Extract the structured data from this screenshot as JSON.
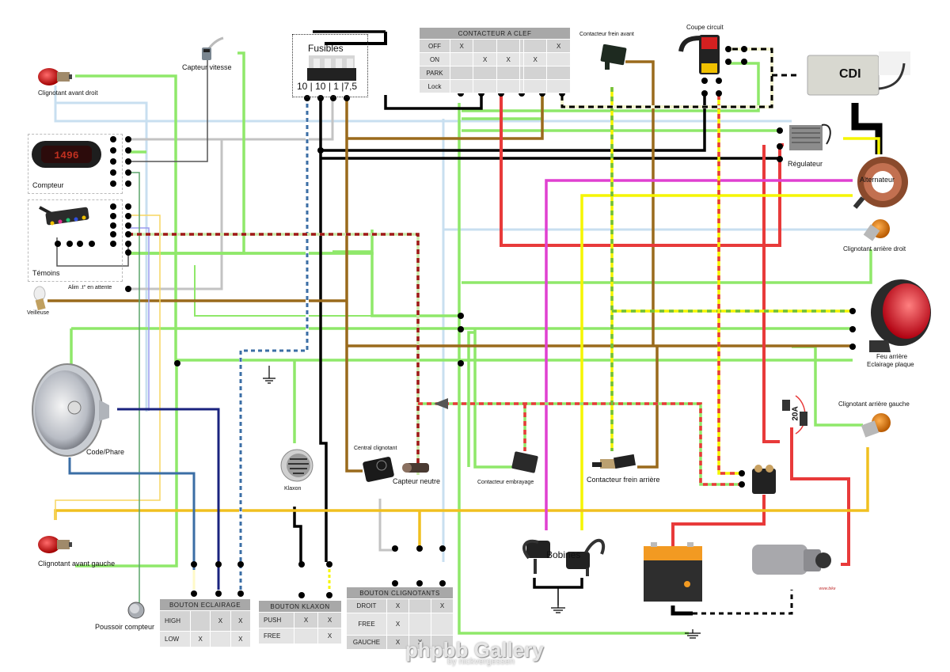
{
  "diagram": {
    "title": "Schéma électrique moto",
    "components": {
      "clignotant_avant_droit": "Clignotant avant droit",
      "capteur_vitesse": "Capteur vitesse",
      "compteur": "Compteur",
      "temoins": "Témoins",
      "alim_attente": "Alim .t° en attente",
      "veilleuse": "Veilleuse",
      "code_phare": "Code/Phare",
      "clignotant_avant_gauche": "Clignotant avant gauche",
      "poussoir_compteur": "Poussoir compteur",
      "fusibles": "Fusibles",
      "fusible_values": "10 | 10 | 1 |7,5",
      "klaxon": "Klaxon",
      "central_clignotant": "Central clignotant",
      "capteur_neutre": "Capteur neutre",
      "contacteur_embrayage": "Contacteur embrayage",
      "contacteur_frein_avant": "Contacteur  frein avant",
      "contacteur_frein_arriere": "Contacteur frein arrière",
      "coupe_circuit": "Coupe circuit",
      "cdi": "CDI",
      "regulateur": "Régulateur",
      "alternateur": "Alternateur",
      "clignotant_arriere_droit": "Clignotant arrière droit",
      "feu_arriere": "Feu arrière",
      "eclairage_plaque": "Eclairage plaque",
      "clignotant_arriere_gauche": "Clignotant arrière gauche",
      "fusible_principal": "20A",
      "bobines": "Bobines"
    },
    "tables": {
      "contacteur_clef": {
        "title": "CONTACTEUR A CLEF",
        "rows": [
          {
            "label": "OFF",
            "cells": [
              "X",
              "",
              "",
              "",
              "",
              "X"
            ]
          },
          {
            "label": "ON",
            "cells": [
              "",
              "X",
              "X",
              "",
              "X",
              ""
            ]
          },
          {
            "label": "PARK",
            "cells": [
              "",
              "",
              "",
              "",
              "",
              ""
            ]
          },
          {
            "label": "Lock",
            "cells": [
              "",
              "",
              "",
              "",
              "",
              ""
            ]
          }
        ]
      },
      "bouton_eclairage": {
        "title": "BOUTON ECLAIRAGE",
        "rows": [
          {
            "label": "HIGH",
            "cells": [
              "",
              "X",
              "X"
            ]
          },
          {
            "label": "LOW",
            "cells": [
              "X",
              "",
              "X"
            ]
          }
        ]
      },
      "bouton_klaxon": {
        "title": "BOUTON KLAXON",
        "rows": [
          {
            "label": "PUSH",
            "cells": [
              "X",
              "X"
            ]
          },
          {
            "label": "FREE",
            "cells": [
              "",
              "X"
            ]
          }
        ]
      },
      "bouton_clignotants": {
        "title": "BOUTON CLIGNOTANTS",
        "rows": [
          {
            "label": "DROIT",
            "cells": [
              "X",
              "",
              "X"
            ]
          },
          {
            "label": "FREE",
            "cells": [
              "X",
              "",
              ""
            ]
          },
          {
            "label": "GAUCHE",
            "cells": [
              "X",
              "X",
              ""
            ]
          }
        ]
      }
    },
    "wire_colors": {
      "green": "#8fe86a",
      "black": "#000000",
      "brown": "#9a6a1c",
      "red": "#e83a3a",
      "yellow": "#f5f500",
      "orange_yellow": "#f0c020",
      "light_blue": "#c8dff0",
      "grey": "#c0c0c0",
      "navy": "#1a237e",
      "steel_blue": "#3b6ea5",
      "magenta": "#e040d0",
      "lavender": "#9b9bef",
      "dark_red": "#a01818"
    },
    "watermark": {
      "main": "phpbb Gallery",
      "sub": "by nickvergessen"
    }
  }
}
